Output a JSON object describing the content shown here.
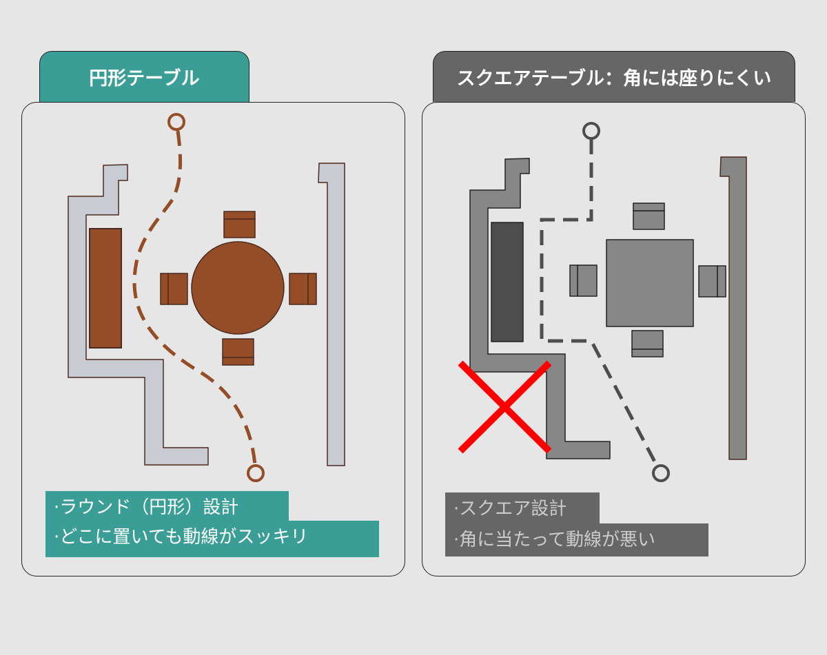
{
  "left": {
    "title": "円形テーブル",
    "notes": [
      "·ラウンド（円形）設計",
      "·どこに置いても動線がスッキリ"
    ],
    "accent": "#3a9e96"
  },
  "right": {
    "title": "スクエアテーブル：角には座りにくい",
    "notes": [
      "·スクエア設計",
      "·角に当たって動線が悪い"
    ],
    "accent": "#666666"
  }
}
